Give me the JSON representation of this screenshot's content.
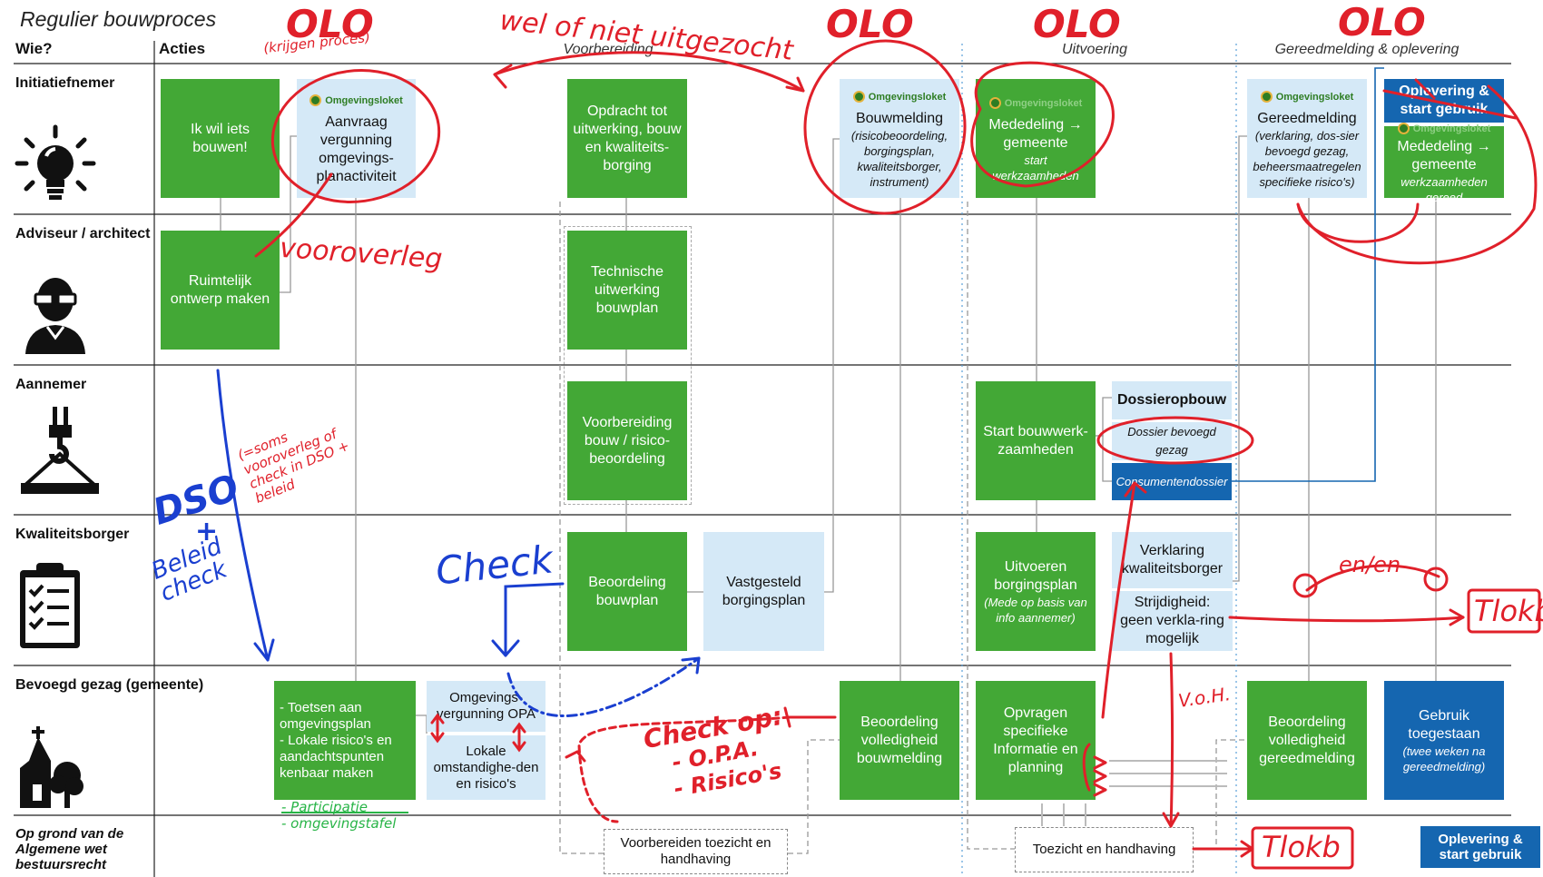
{
  "title": "Regulier bouwproces",
  "headers": {
    "wie": "Wie?",
    "acties": "Acties"
  },
  "phases": [
    "Voorbereiding",
    "Uitvoering",
    "Gereedmelding & oplevering"
  ],
  "roles": {
    "initiatiefnemer": "Initiatiefnemer",
    "adviseur": "Adviseur / architect",
    "aannemer": "Aannemer",
    "kwaliteitsborger": "Kwaliteitsborger",
    "bevoegd_gezag": "Bevoegd gezag (gemeente)",
    "awb": "Op grond van de Algemene wet bestuursrecht"
  },
  "icons": [
    "lightbulb-icon",
    "architect-icon",
    "crane-hook-icon",
    "clipboard-checklist-icon",
    "church-tree-icon"
  ],
  "olo_label": "Omgevingsloket",
  "boxes": {
    "ik_wil": "Ik wil iets bouwen!",
    "aanvraag": "Aanvraag vergunning omgevings-planactiviteit",
    "opdracht": "Opdracht tot uitwerking, bouw en kwaliteits-borging",
    "bouwmelding": "Bouwmelding",
    "bouwmelding_sub": "(risicobeoordeling, borgingsplan, kwaliteitsborger, instrument)",
    "mededeling1": "Mededeling → gemeente",
    "mededeling1_sub": "start werkzaamheden",
    "gereedmelding": "Gereedmelding",
    "gereedmelding_sub": "(verklaring, dos-sier bevoegd gezag, beheersmaatregelen specifieke risico's)",
    "oplevering": "Oplevering & start gebruik",
    "mededeling2": "Mededeling → gemeente",
    "mededeling2_sub": "werkzaamheden gereed",
    "ruimtelijk": "Ruimtelijk ontwerp maken",
    "technische": "Technische uitwerking bouwplan",
    "voorbereiding": "Voorbereiding bouw / risico-beoordeling",
    "start_bouw": "Start bouwwerk-zaamheden",
    "dossieropbouw": "Dossieropbouw",
    "dossier_bg": "Dossier bevoegd gezag",
    "consumentendossier": "Consumentendossier",
    "beoordeling_bouwplan": "Beoordeling bouwplan",
    "vastgesteld": "Vastgesteld borgingsplan",
    "uitvoeren": "Uitvoeren borgingsplan",
    "uitvoeren_sub": "(Mede op basis van info aannemer)",
    "verklaring": "Verklaring kwaliteitsborger",
    "strijdigheid": "Strijdigheid: geen verkla-ring mogelijk",
    "toetsen_1": "- Toetsen aan omgevingsplan",
    "toetsen_2": "- Lokale risico's en aandachtspunten kenbaar maken",
    "omgevingsvergunning": "Omgevings-vergunning OPA",
    "lokale": "Lokale omstandighe-den en risico's",
    "beoordeling_bouwmelding": "Beoordeling volledigheid bouwmelding",
    "opvragen": "Opvragen specifieke Informatie en planning",
    "beoordeling_gereed": "Beoordeling volledigheid gereedmelding",
    "gebruik": "Gebruik toegestaan",
    "gebruik_sub": "(twee weken na gereedmelding)",
    "voorbereiden_th": "Voorbereiden toezicht en handhaving",
    "toezicht": "Toezicht en handhaving",
    "oplevering_bottom": "Oplevering & start gebruik"
  },
  "annotations": {
    "olo1": "OLO",
    "olo1_sub": "(krijgen proces)",
    "wel_of_niet": "wel of niet uitgezocht",
    "olo2": "OLO",
    "olo3": "OLO",
    "olo4": "OLO",
    "vooroverleg": "vooroverleg",
    "soms": "(=soms vooroverleg of check in DSO + beleid",
    "dso": "DSO",
    "plus": "+",
    "beleid_check": "Beleid check",
    "check": "Check",
    "check_op": "Check op:",
    "check_op_2": "- O.P.A.",
    "check_op_3": "- Risico's",
    "participatie": "- Participatie",
    "omgevingstafel": "- omgevingstafel",
    "en_en": "en/en",
    "tlokb1": "Tlokb",
    "tlokb2": "Tlokb",
    "voh": "V.o.H."
  },
  "colors": {
    "green": "#43a836",
    "light_blue": "#d5e9f7",
    "dark_blue": "#1566b0",
    "red_ink": "#e0202a",
    "blue_ink": "#1a3fd0",
    "green_ink": "#28b447"
  }
}
